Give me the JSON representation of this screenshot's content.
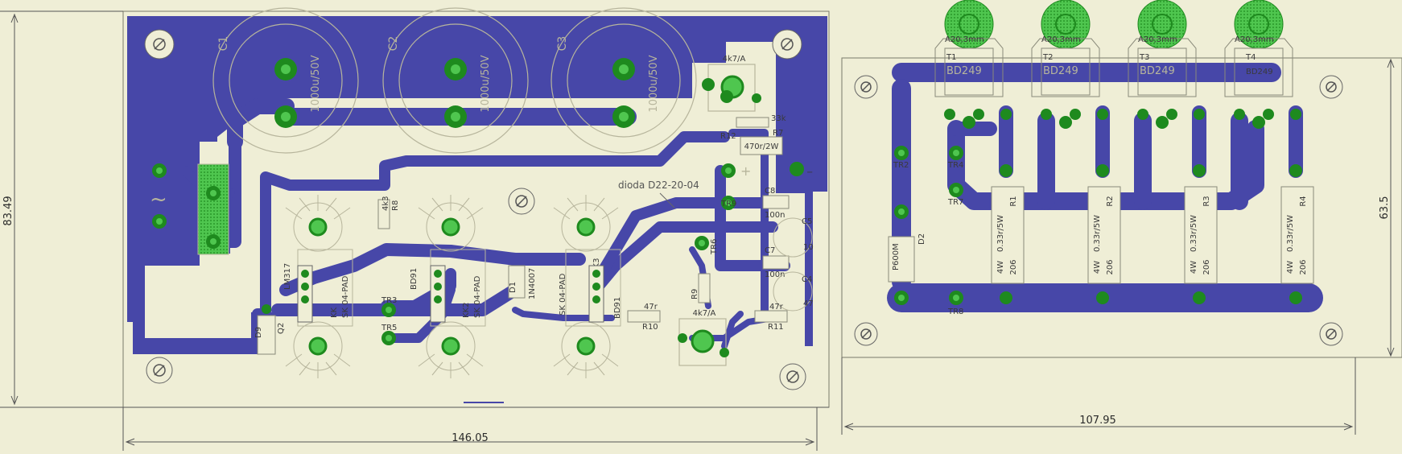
{
  "dimensions": {
    "main_width": "146.05",
    "main_height": "83.49",
    "right_width": "107.95",
    "right_height": "63.5"
  },
  "capacitors": [
    {
      "ref": "C1",
      "value": "1000u/50V"
    },
    {
      "ref": "C2",
      "value": "1000u/50V"
    },
    {
      "ref": "C3",
      "value": "1000u/50V"
    }
  ],
  "main_labels": {
    "pot_top": "4k7/A",
    "pot_bottom": "4k7/A",
    "r7": "R7",
    "r7_val": "33k",
    "r12": "R12",
    "r12_val": "470r/2W",
    "r8": "R8",
    "r8_val": "4k3",
    "r10": "R10",
    "r10_val": "47r",
    "r11": "R11",
    "r11_val": "47r",
    "r9": "R9",
    "c8": "C8",
    "c8_val": "100n",
    "c7": "C7",
    "c7_val": "100n",
    "c5": "C5",
    "c4": "C4",
    "c5_val": "10",
    "c4_val": "47",
    "d1": "D1",
    "d1_val": "1N4007",
    "diode_note": "dioda D22-20-04",
    "kk1": "KK",
    "kk1_pad": "SK 04-PAD",
    "kk2": "KK2",
    "kk2_pad": "SK 04-PAD",
    "kk3": "KK3",
    "kk3_pad": "SK 04-PAD",
    "lm": "LM317",
    "bd_a": "BD91",
    "bd_b": "BD91",
    "tr3": "TR3",
    "tr5": "TR5",
    "tr6": "TR6",
    "tr9": "TR9",
    "q2": "Q2",
    "d9": "D9",
    "tilde": "~",
    "plus": "+",
    "minus": "−"
  },
  "transistors": [
    {
      "ref": "T1",
      "type": "BD249",
      "tag": "A20,3mm"
    },
    {
      "ref": "T2",
      "type": "BD249",
      "tag": "A20,3mm"
    },
    {
      "ref": "T3",
      "type": "BD249",
      "tag": "A20,3mm"
    },
    {
      "ref": "T4",
      "type": "BD249",
      "tag": "A20,3mm"
    }
  ],
  "resistors": [
    {
      "ref": "R1",
      "value": "0.33r/5W",
      "power": "4W",
      "code": "206"
    },
    {
      "ref": "R2",
      "value": "0.33r/5W",
      "power": "4W",
      "code": "206"
    },
    {
      "ref": "R3",
      "value": "0.33r/5W",
      "power": "4W",
      "code": "206"
    },
    {
      "ref": "R4",
      "value": "0.33r/5W",
      "power": "4W",
      "code": "206"
    }
  ],
  "right_labels": {
    "tr2": "TR2",
    "tr4": "TR4",
    "tr7": "TR7",
    "tr8": "TR8",
    "d2": "D2",
    "d2_val": "P600M"
  },
  "colors": {
    "background": "#efeed6",
    "copper": "#4747a8",
    "pad": "#1e8a1e",
    "pad_light": "#4fc64f",
    "silkscreen": "#b7b59c",
    "outline": "#7a7a6a"
  }
}
